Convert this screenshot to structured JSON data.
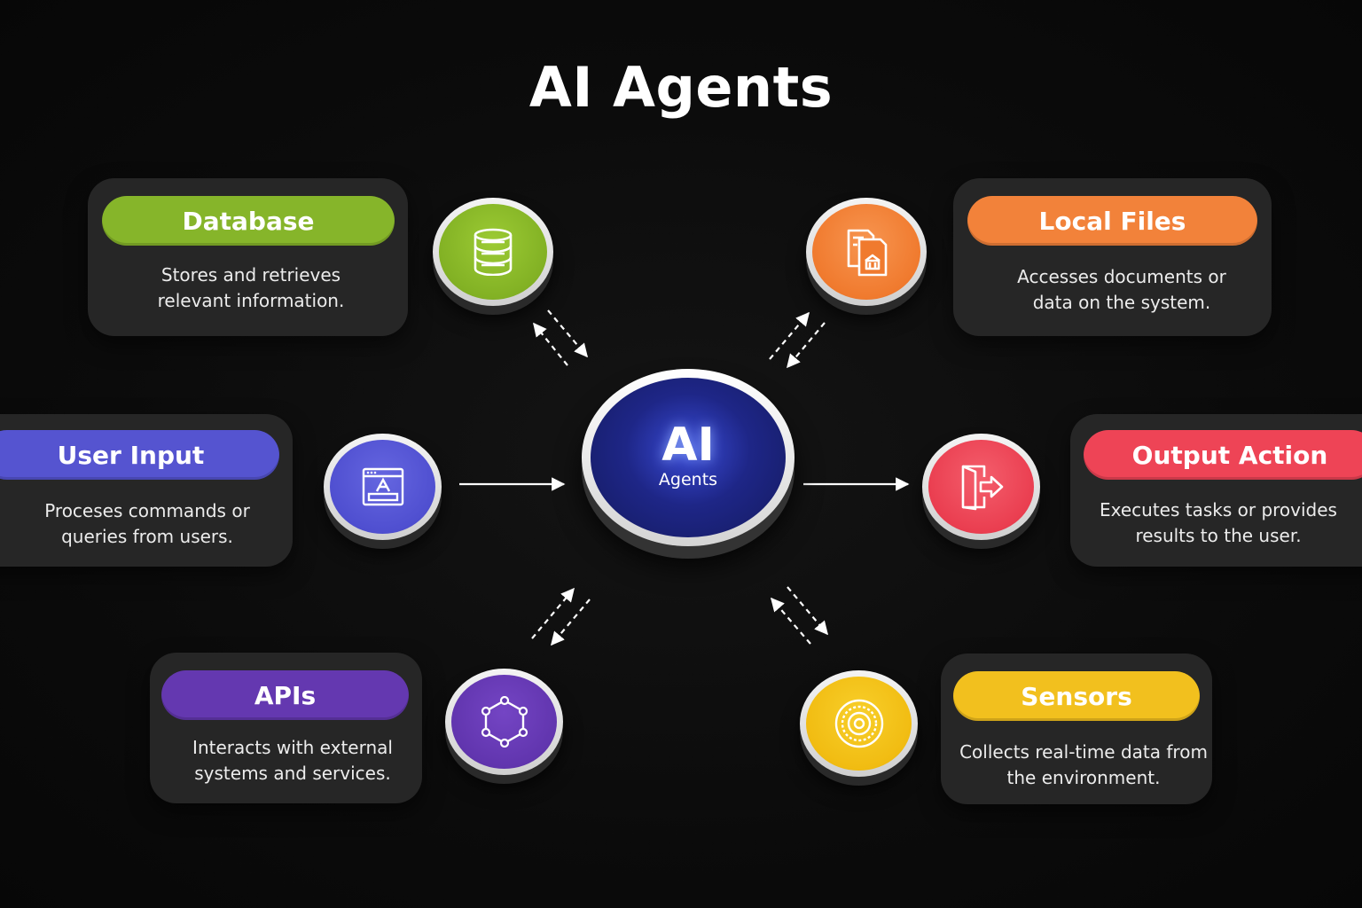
{
  "title": "AI Agents",
  "hub": {
    "title": "AI",
    "subtitle": "Agents",
    "color": "#1e2687"
  },
  "components": {
    "database": {
      "label": "Database",
      "desc1": "Stores and retrieves",
      "desc2": "relevant information.",
      "color": "#86b52a",
      "icon": "database-icon"
    },
    "local_files": {
      "label": "Local Files",
      "desc1": "Accesses documents or",
      "desc2": "data on the system.",
      "color": "#f2823a",
      "icon": "files-icon"
    },
    "user_input": {
      "label": "User Input",
      "desc1": "Proceses commands or",
      "desc2": "queries from users.",
      "color": "#5554d0",
      "icon": "input-window-icon"
    },
    "output_action": {
      "label": "Output Action",
      "desc1": "Executes tasks or provides",
      "desc2": "results to the user.",
      "color": "#ee4456",
      "icon": "exit-door-icon"
    },
    "apis": {
      "label": "APIs",
      "desc1": "Interacts with external",
      "desc2": "systems and services.",
      "color": "#6438b0",
      "icon": "hexagon-network-icon"
    },
    "sensors": {
      "label": "Sensors",
      "desc1": "Collects real-time data from",
      "desc2": "the environment.",
      "color": "#f2c01e",
      "icon": "sensor-icon"
    }
  }
}
